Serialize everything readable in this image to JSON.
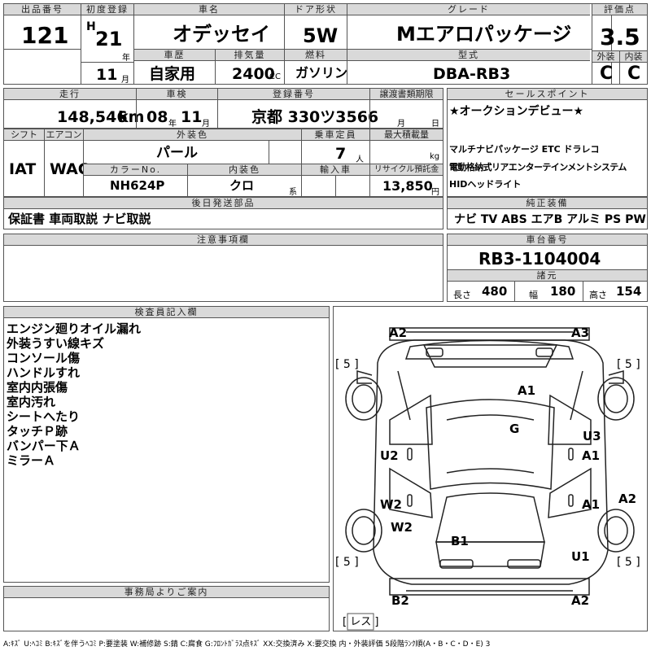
{
  "header": {
    "lot_label": "出品番号",
    "lot_no": "121",
    "reg_label": "初度登録",
    "era": "H",
    "reg_year": "21",
    "year_unit": "年",
    "reg_month": "11",
    "month_unit": "月",
    "car_name_label": "車名",
    "car_name": "オデッセイ",
    "doors_label": "ドア形状",
    "doors": "5W",
    "grade_label": "グレード",
    "grade": "Mエアロパッケージ",
    "score_label": "評価点",
    "score": "3.5",
    "history_label": "車歴",
    "history": "自家用",
    "displacement_label": "排気量",
    "displacement": "2400",
    "cc": "CC",
    "fuel_label": "燃料",
    "fuel": "ガソリン",
    "model_label": "型式",
    "model": "DBA-RB3",
    "ext_label": "外装",
    "ext_grade": "C",
    "int_label": "内装",
    "int_grade": "C"
  },
  "row2": {
    "mileage_label": "走行",
    "mileage": "148,546",
    "km": "km",
    "inspection_label": "車検",
    "insp_year": "08",
    "insp_month": "11",
    "year_unit": "年",
    "month_unit": "月",
    "plate_label": "登録番号",
    "plate": "京都 330ツ3566",
    "deadline_label": "譲渡書類期限",
    "month_unit2": "月",
    "day_unit": "日"
  },
  "row3": {
    "shift_label": "シフト",
    "shift": "IAT",
    "ac_label": "エアコン",
    "ac": "WAC",
    "color_label": "外装色",
    "color": "パール",
    "capacity_label": "乗車定員",
    "capacity": "7",
    "person_unit": "人",
    "load_label": "最大積載量",
    "kg": "kg",
    "color_no_label": "カラーNo.",
    "color_no": "NH624P",
    "int_color_label": "内装色",
    "int_color": "クロ",
    "kei": "系",
    "import_label": "輸入車",
    "recycle_label": "リサイクル預託金",
    "recycle": "13,850",
    "yen": "円"
  },
  "later": {
    "label": "後日発送部品",
    "text": "保証書 車両取説 ナビ取説"
  },
  "sales": {
    "label": "セールスポイント",
    "lines": [
      "★オークションデビュー★",
      "マルチナビパッケージ ETC ドラレコ",
      "電動格納式リアエンターテインメントシステム",
      "HIDヘッドライト"
    ]
  },
  "equipment": {
    "label": "純正装備",
    "items": "ナビ TV ABS エアB アルミ PS PW"
  },
  "caution": {
    "label": "注意事項欄"
  },
  "chassis": {
    "label": "車台番号",
    "value": "RB3-1104004"
  },
  "specs": {
    "label": "諸元",
    "len_label": "長さ",
    "len": "480",
    "wid_label": "幅",
    "wid": "180",
    "hgt_label": "高さ",
    "hgt": "154"
  },
  "inspector": {
    "label": "検査員記入欄",
    "notes": [
      "エンジン廻りオイル漏れ",
      "外装うすい線キズ",
      "コンソール傷",
      "ハンドルすれ",
      "室内内張傷",
      "室内汚れ",
      "シートへたり",
      "タッチＰ跡",
      "バンパー下Ａ",
      "ミラーＡ"
    ]
  },
  "diagram": {
    "marks": [
      "A2",
      "A3",
      "A1",
      "G",
      "U3",
      "U2",
      "A1",
      "W2",
      "A1",
      "A2",
      "W2",
      "B1",
      "U1",
      "B2",
      "A2"
    ],
    "tires": [
      "[ 5 ]",
      "[ 5 ]",
      "[ 5 ]",
      "[ 5 ]"
    ],
    "spare": "[ レス ]"
  },
  "office": {
    "label": "事務局よりご案内"
  },
  "legend": "A:ｷｽﾞ U:ﾍｺﾐ B:ｷｽﾞを伴うﾍｺﾐ P:要塗装 W:補修跡 S:錆 C:腐食 G:ﾌﾛﾝﾄｶﾞﾗｽ点ｷｽﾞ XX:交換済み X:要交換 内・外装評価 5段階ﾗﾝｸ順(A・B・C・D・E) 3"
}
